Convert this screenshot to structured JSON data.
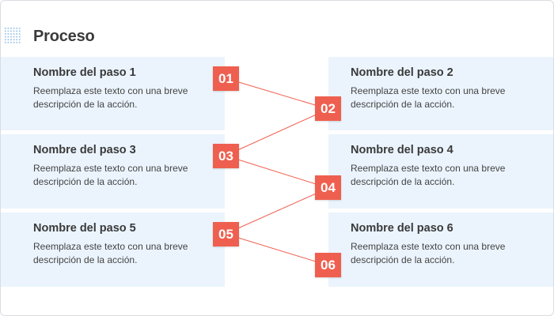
{
  "title": "Proceso",
  "colors": {
    "card_background": "#ebf4fd",
    "badge": "#ef5f4f",
    "connector": "#ef5f4f",
    "title_text": "#3a3a3a"
  },
  "steps": [
    {
      "number": "01",
      "title": "Nombre del paso 1",
      "description": "Reemplaza este texto con una breve descripción de la acción."
    },
    {
      "number": "02",
      "title": "Nombre del paso 2",
      "description": "Reemplaza este texto con una breve descripción de la acción."
    },
    {
      "number": "03",
      "title": "Nombre del paso 3",
      "description": "Reemplaza este texto con una breve descripción de la acción."
    },
    {
      "number": "04",
      "title": "Nombre del paso 4",
      "description": "Reemplaza este texto con una breve descripción de la acción."
    },
    {
      "number": "05",
      "title": "Nombre del paso 5",
      "description": "Reemplaza este texto con una breve descripción de la acción."
    },
    {
      "number": "06",
      "title": "Nombre del paso 6",
      "description": "Reemplaza este texto con una breve descripción de la acción."
    }
  ]
}
